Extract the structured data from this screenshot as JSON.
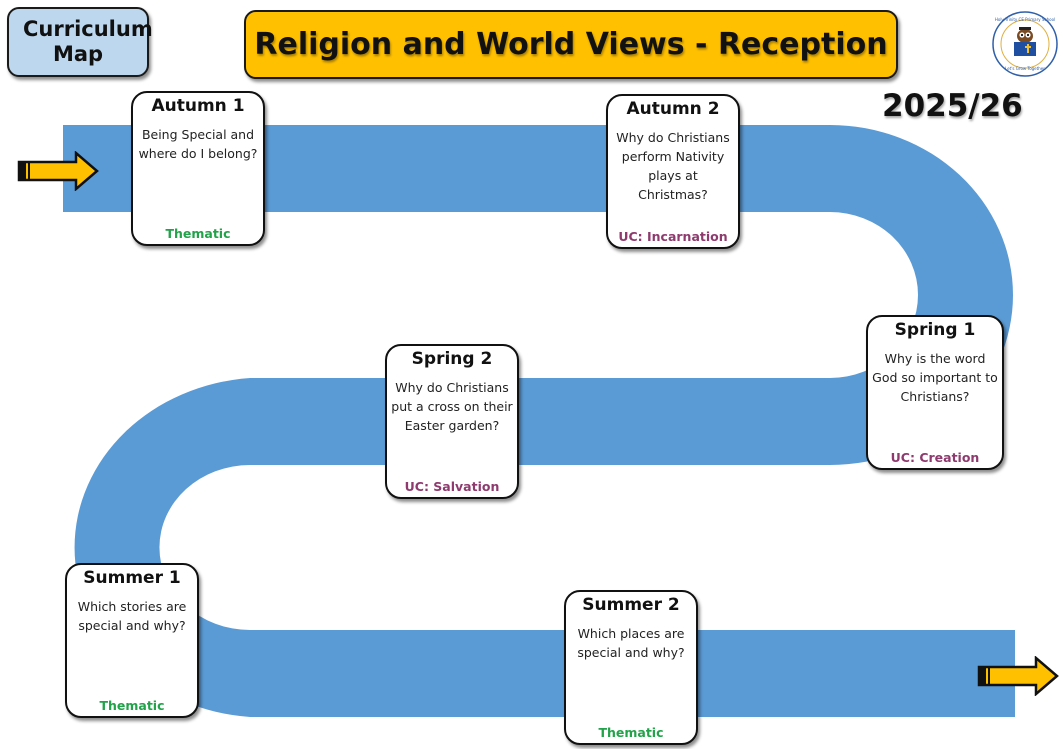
{
  "header": {
    "curriculum_label": "Curriculum Map",
    "title": "Religion and World Views - Reception",
    "year": "2025/26"
  },
  "logo": {
    "school_name": "Holy Trinity CE Primary School",
    "motto": "Let's Grow Together",
    "icon": "owl-reading-book-icon"
  },
  "colors": {
    "path": "#5b9bd5",
    "title_bg": "#ffc000",
    "curriculum_bg": "#bdd7ee",
    "thematic": "#22a34a",
    "uc": "#8e3a6e",
    "arrow": "#ffc000"
  },
  "terms": [
    {
      "term": "Autumn 1",
      "question": "Being Special and where do I belong?",
      "unit": "Thematic",
      "unit_type": "thematic"
    },
    {
      "term": "Autumn 2",
      "question": "Why do Christians perform Nativity plays at Christmas?",
      "unit": "UC: Incarnation",
      "unit_type": "uc"
    },
    {
      "term": "Spring 1",
      "question": "Why is the word God so important to Christians?",
      "unit": "UC: Creation",
      "unit_type": "uc"
    },
    {
      "term": "Spring 2",
      "question": "Why do Christians put a cross on their Easter garden?",
      "unit": "UC: Salvation",
      "unit_type": "uc"
    },
    {
      "term": "Summer 1",
      "question": "Which stories are special and why?",
      "unit": "Thematic",
      "unit_type": "thematic"
    },
    {
      "term": "Summer 2",
      "question": "Which places are special and why?",
      "unit": "Thematic",
      "unit_type": "thematic"
    }
  ],
  "arrows": {
    "start": "arrow-right-icon",
    "end": "arrow-right-icon"
  }
}
